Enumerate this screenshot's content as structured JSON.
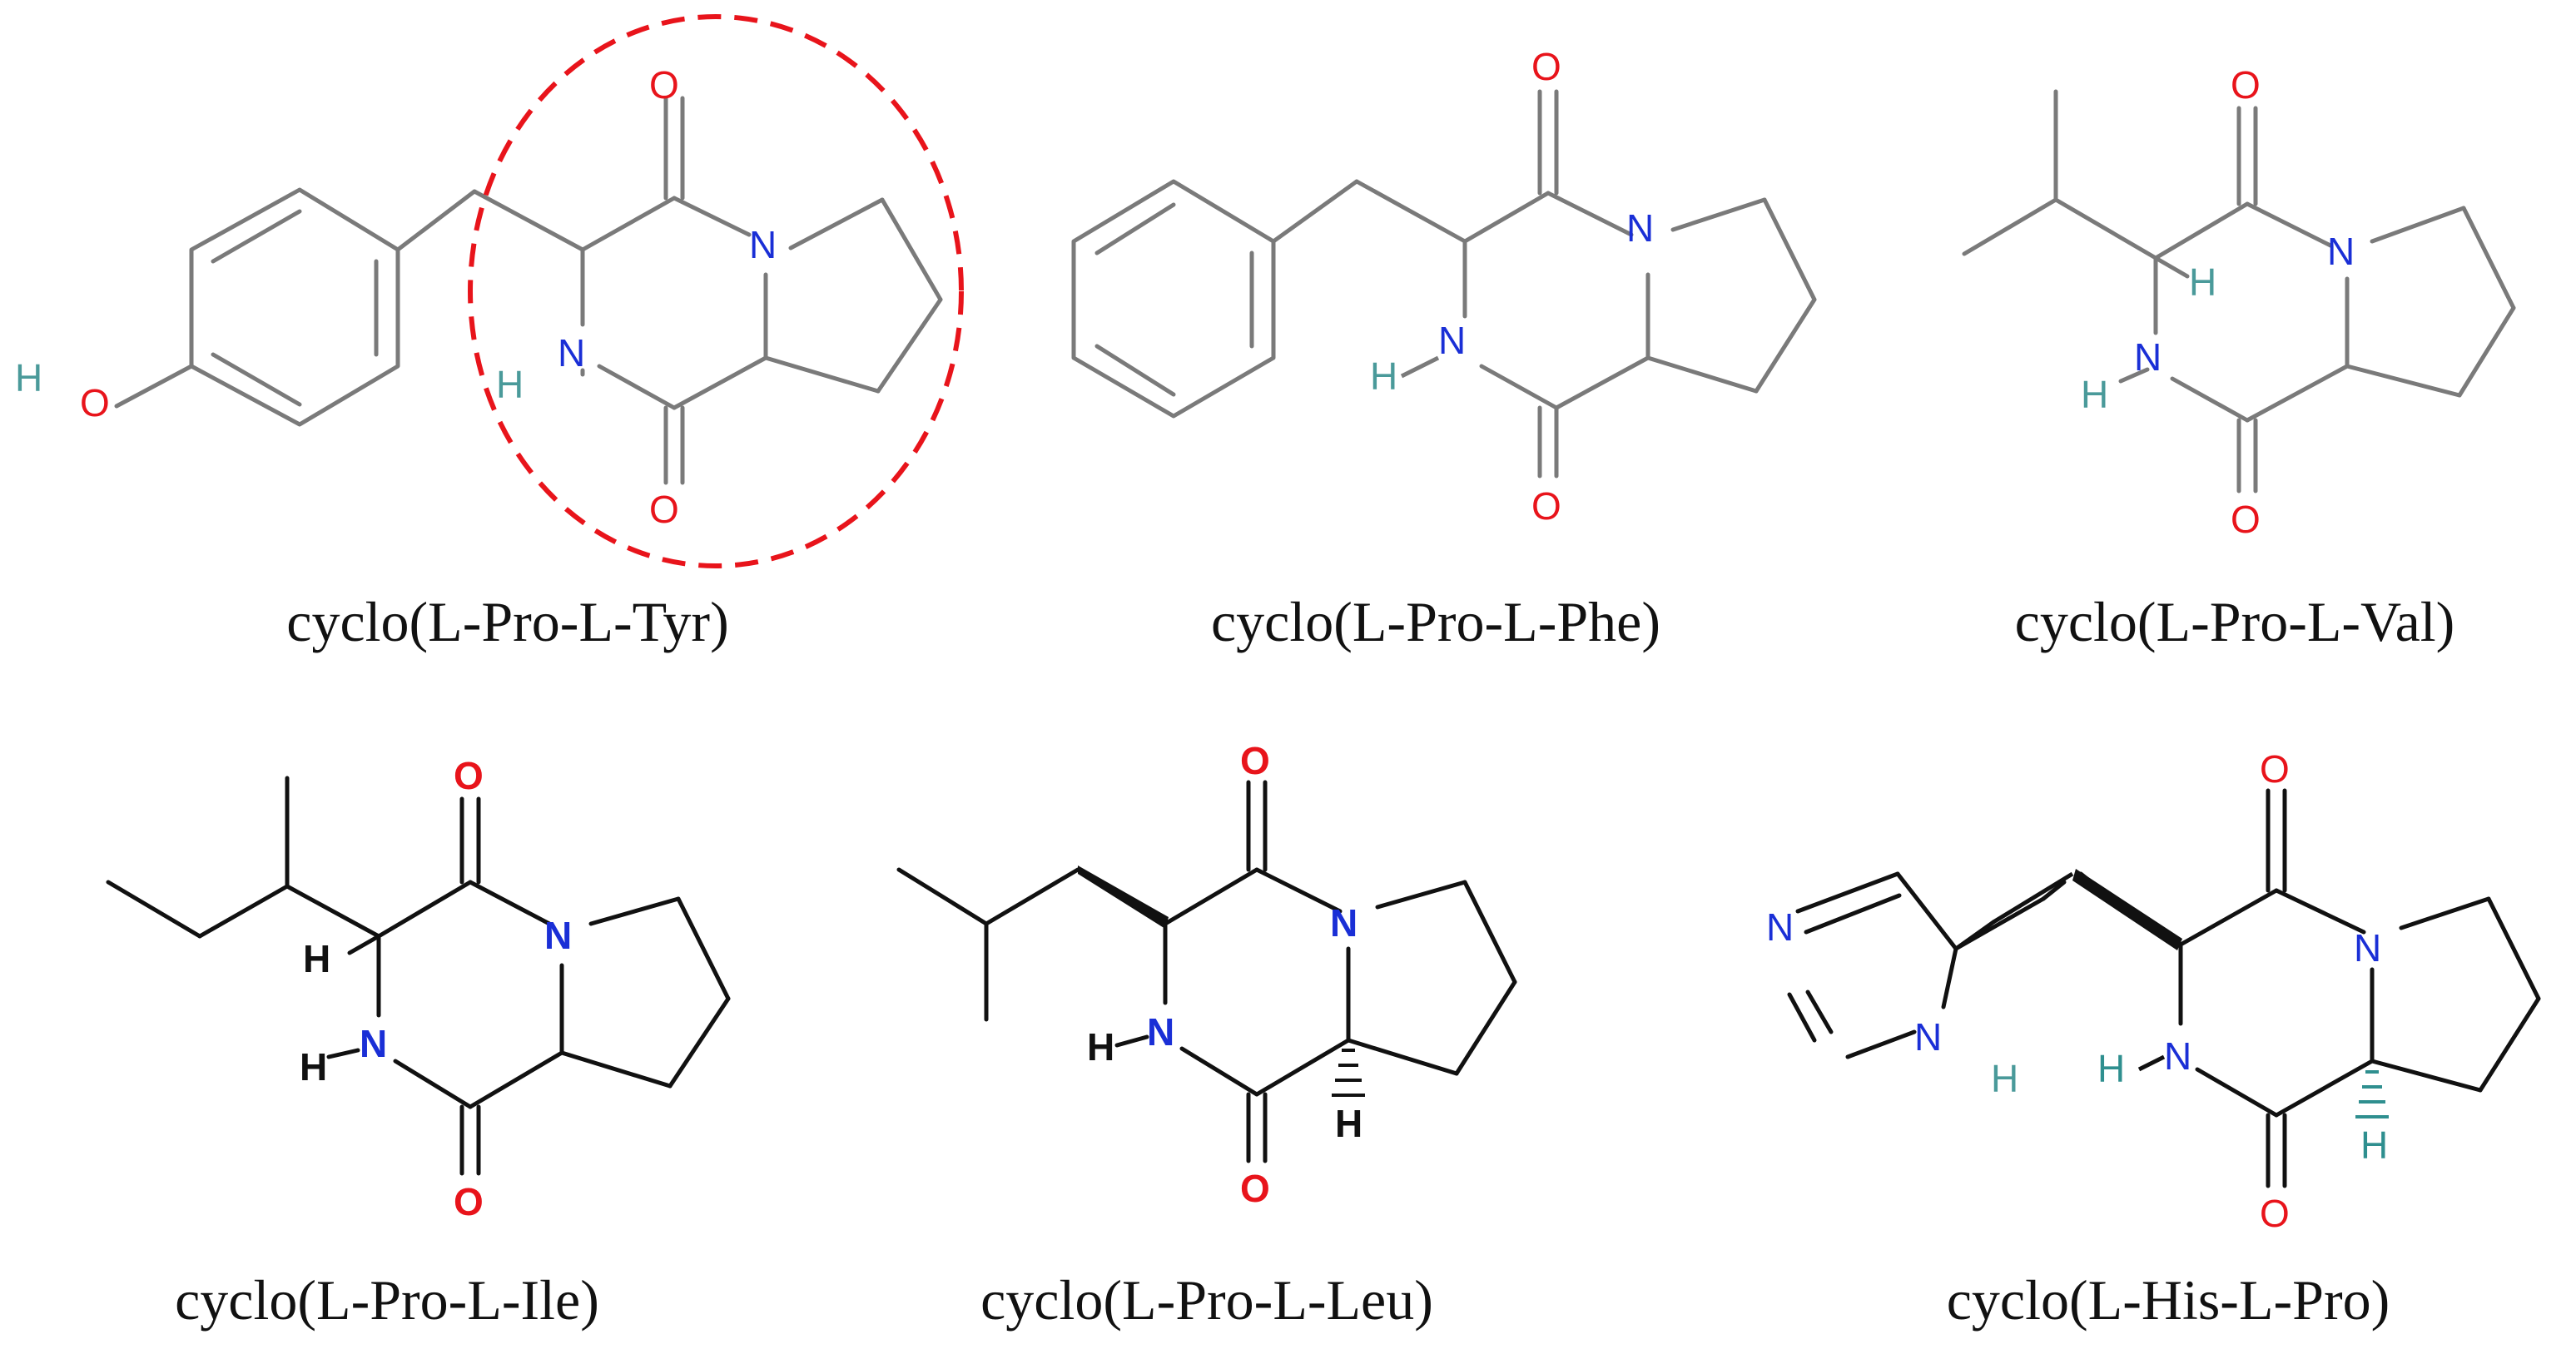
{
  "colors": {
    "bond_gray": "#7a7a7a",
    "bond_black": "#111111",
    "oxygen": "#e8141b",
    "nitrogen": "#1a2fd6",
    "hydrogen_teal": "#4a9a9a",
    "hydrogen_black": "#111111",
    "highlight_circle": "#e8141b"
  },
  "atoms": {
    "O": "O",
    "N": "N",
    "H": "H"
  },
  "compounds": [
    {
      "label": "cyclo(L-Pro-L-Tyr)"
    },
    {
      "label": "cyclo(L-Pro-L-Phe)"
    },
    {
      "label": "cyclo(L-Pro-L-Val)"
    },
    {
      "label": "cyclo(L-Pro-L-Ile)"
    },
    {
      "label": "cyclo(L-Pro-L-Leu)"
    },
    {
      "label": "cyclo(L-His-L-Pro)"
    }
  ]
}
